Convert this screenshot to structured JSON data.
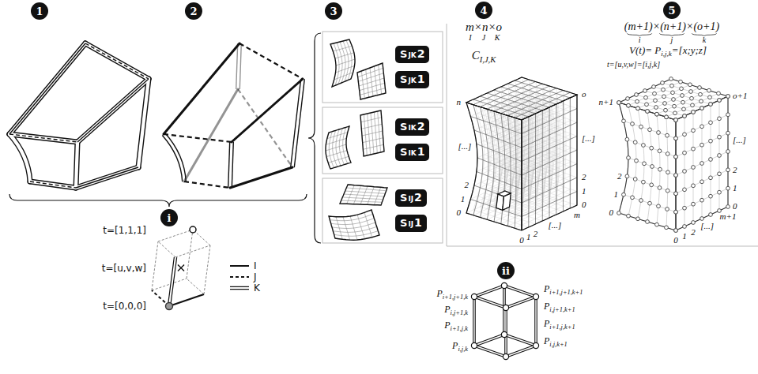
{
  "diagram": {
    "nodes": [
      {
        "text": [
          "1"
        ]
      },
      {
        "text": [
          "2"
        ]
      },
      {
        "text": [
          "3"
        ]
      },
      {
        "text": [
          "4"
        ]
      },
      {
        "text": [
          "5"
        ]
      },
      {
        "text": [
          "S",
          "JK",
          "2"
        ]
      },
      {
        "text": [
          "S",
          "JK",
          "1"
        ]
      },
      {
        "text": [
          "S",
          "IK",
          "2"
        ]
      },
      {
        "text": [
          "S",
          "IK",
          "1"
        ]
      },
      {
        "text": [
          "S",
          "IJ",
          "2"
        ]
      },
      {
        "text": [
          "S",
          "IJ",
          "1"
        ]
      },
      {
        "text": [
          "i"
        ]
      },
      {
        "text": [
          "ii"
        ]
      }
    ],
    "labels": [
      "m×n×o",
      "I",
      "J",
      "K",
      "C",
      "I,J,K",
      "(m+1)×(n+1)×(o+1)",
      "i",
      "j",
      "k",
      "V(t)= P",
      "i,j,k",
      "=[x;y;z]",
      "t=[u,v,w]=[i,j,k]",
      "0",
      "1",
      "2",
      "[...]",
      "n",
      "0",
      "1",
      "2",
      "[...]",
      "o",
      "0",
      "1",
      "2",
      "[...]",
      "m",
      "0",
      "1",
      "2",
      "n+1",
      "0",
      "1",
      "2",
      "[...]",
      "o+1",
      "0",
      "1",
      "2",
      "[...]",
      "m+1",
      "t=[1,1,1]",
      "t=[u,v,w]",
      "t=[0,0,0]",
      "P",
      "i+1,j+1,k",
      "P",
      "i,j+1,k",
      "P",
      "i+1,j,k",
      "P",
      "i,j,k",
      "P",
      "i+1,j+1,k+1",
      "P",
      "i,j+1,k+1",
      "P",
      "i+1,j,k+1",
      "P",
      "i,j,k+1"
    ],
    "legend": [
      {
        "text": "I"
      },
      {
        "text": "J"
      },
      {
        "text": "K"
      }
    ]
  }
}
